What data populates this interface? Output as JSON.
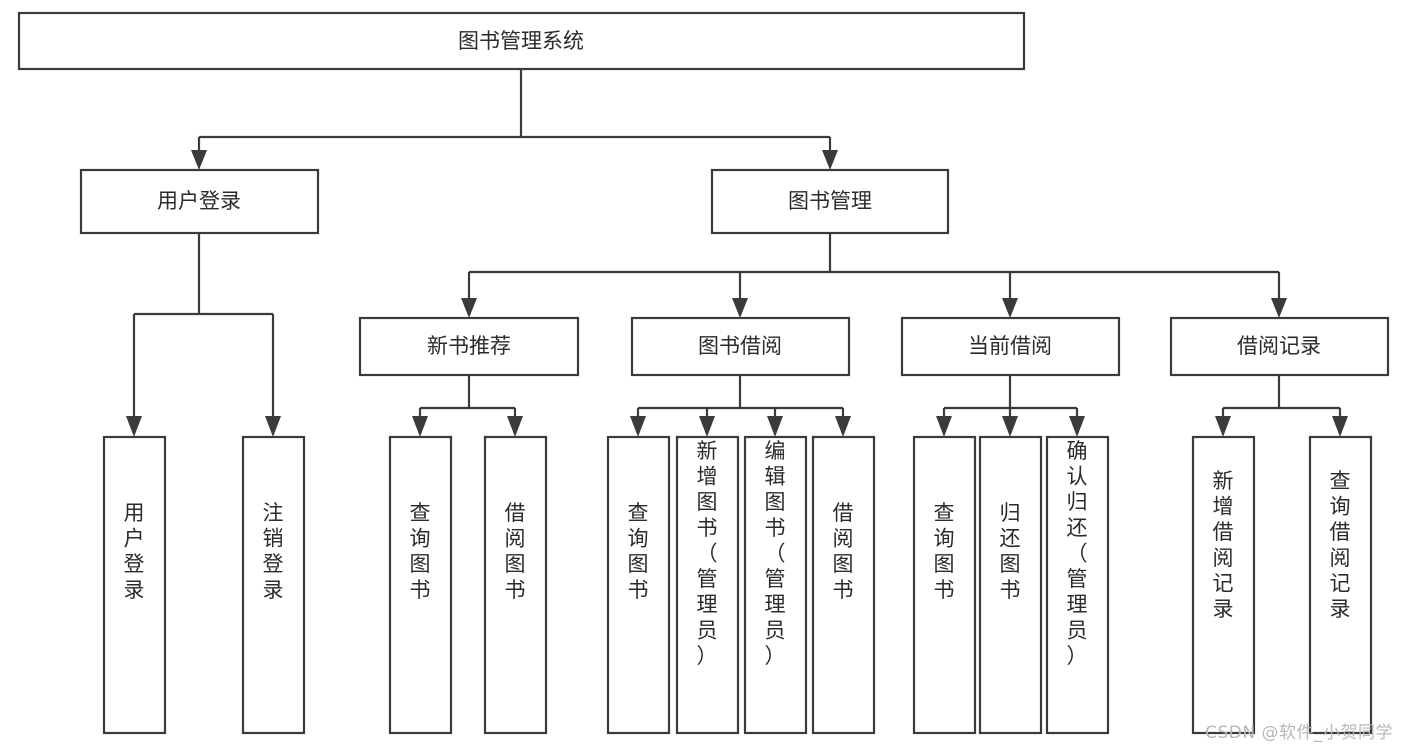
{
  "diagram": {
    "type": "tree-hierarchy",
    "title": "图书管理系统",
    "root": {
      "id": "root",
      "label": "图书管理系统"
    },
    "level2": [
      {
        "id": "user-login",
        "label": "用户登录"
      },
      {
        "id": "book-manage",
        "label": "图书管理"
      }
    ],
    "level3": [
      {
        "id": "new-book-recommend",
        "label": "新书推荐",
        "parent": "book-manage"
      },
      {
        "id": "book-borrow",
        "label": "图书借阅",
        "parent": "book-manage"
      },
      {
        "id": "current-borrow",
        "label": "当前借阅",
        "parent": "book-manage"
      },
      {
        "id": "borrow-record",
        "label": "借阅记录",
        "parent": "book-manage"
      }
    ],
    "leaves": [
      {
        "id": "leaf-user-login",
        "label": "用户登录",
        "parent": "user-login"
      },
      {
        "id": "leaf-user-logout",
        "label": "注销登录",
        "parent": "user-login"
      },
      {
        "id": "leaf-query-book-1",
        "label": "查询图书",
        "parent": "new-book-recommend"
      },
      {
        "id": "leaf-borrow-book-1",
        "label": "借阅图书",
        "parent": "new-book-recommend"
      },
      {
        "id": "leaf-query-book-2",
        "label": "查询图书",
        "parent": "book-borrow"
      },
      {
        "id": "leaf-add-book",
        "label": "新增图书（管理员）",
        "parent": "book-borrow"
      },
      {
        "id": "leaf-edit-book",
        "label": "编辑图书（管理员）",
        "parent": "book-borrow"
      },
      {
        "id": "leaf-borrow-book-2",
        "label": "借阅图书",
        "parent": "book-borrow"
      },
      {
        "id": "leaf-query-book-3",
        "label": "查询图书",
        "parent": "current-borrow"
      },
      {
        "id": "leaf-return-book",
        "label": "归还图书",
        "parent": "current-borrow"
      },
      {
        "id": "leaf-confirm-return",
        "label": "确认归还（管理员）",
        "parent": "current-borrow"
      },
      {
        "id": "leaf-add-record",
        "label": "新增借阅记录",
        "parent": "borrow-record"
      },
      {
        "id": "leaf-query-record",
        "label": "查询借阅记录",
        "parent": "borrow-record"
      }
    ],
    "colors": {
      "stroke": "#3b3b3b",
      "fill": "#ffffff",
      "text": "#2b2b2b",
      "watermark": "#b8b8b8"
    }
  },
  "watermark": {
    "text": "CSDN @软件_小贺同学"
  }
}
